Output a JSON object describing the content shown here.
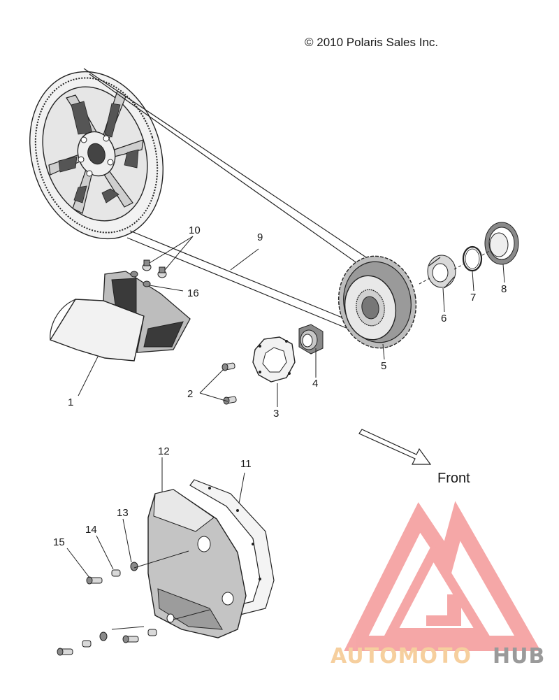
{
  "copyright": "© 2010 Polaris Sales Inc.",
  "direction_label": "Front",
  "callouts": [
    "1",
    "2",
    "3",
    "4",
    "5",
    "6",
    "7",
    "8",
    "9",
    "10",
    "11",
    "12",
    "13",
    "14",
    "15",
    "16"
  ],
  "logo": {
    "part1": "AUTOMOTO",
    "part2": "HUB",
    "color_primary": "#f5a3a3",
    "color_secondary": "#f6cf9e",
    "color_text_dark": "#9a9a9a"
  }
}
